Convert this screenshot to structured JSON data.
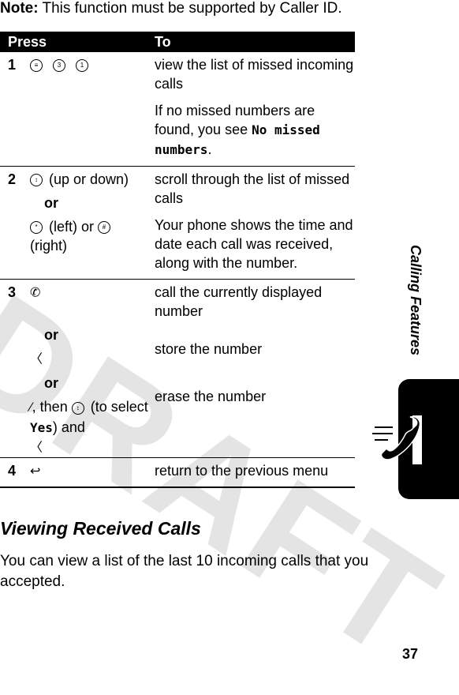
{
  "watermark": "DRAFT",
  "note": {
    "label": "Note:",
    "text": "This function must be supported by Caller ID."
  },
  "table": {
    "header": {
      "press": "Press",
      "to": "To"
    },
    "rows": [
      {
        "num": "1",
        "press": [
          "M",
          "3",
          "1"
        ],
        "to_lines": [
          "view the list of missed incoming calls",
          "If no missed numbers are found, you see"
        ],
        "to_display": "No missed numbers",
        "to_suffix": "."
      },
      {
        "num": "2",
        "press_a": "(up or down)",
        "or": "or",
        "press_b_mid": "(left) or",
        "press_b_end": "(right)",
        "to_a": "scroll through the list of missed calls",
        "to_b": "Your phone shows the time and date each call was received, along with the number."
      },
      {
        "num": "3",
        "or_1": "or",
        "or_2": "or",
        "press_c_then": ", then",
        "press_c_select": "(to select",
        "press_c_yes": "Yes",
        "press_c_end": ") and",
        "to_a": "call the currently displayed number",
        "to_b": "store the number",
        "to_c": "erase the number"
      },
      {
        "num": "4",
        "to": "return to the previous menu"
      }
    ]
  },
  "heading": "Viewing Received Calls",
  "paragraph": "You can view a list of the last 10 incoming calls that you accepted.",
  "side_label": "Calling Features",
  "page_number": "37",
  "icons": [
    "menu-key-icon",
    "key-3-icon",
    "key-1-icon",
    "nav-key-icon",
    "star-key-icon",
    "pound-key-icon",
    "send-key-icon",
    "softkey-icon",
    "phone-handset-icon",
    "back-key-icon"
  ]
}
